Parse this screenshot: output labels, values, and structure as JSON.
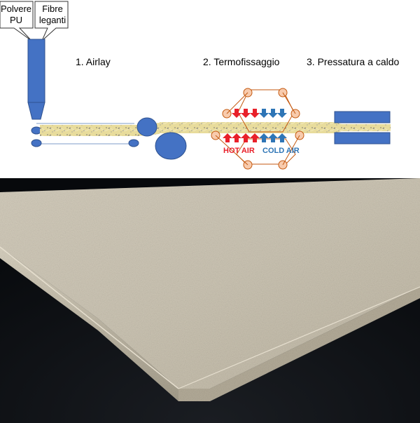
{
  "callouts": {
    "powder": [
      "Polvere",
      "PU"
    ],
    "fibers": [
      "Fibre",
      "leganti"
    ]
  },
  "steps": {
    "airlay": "1. Airlay",
    "thermo": "2. Termofissaggio",
    "press": "3. Pressatura a caldo"
  },
  "air": {
    "hot_label": "HOT AIR",
    "cold_label": "COLD AIR",
    "hot_color": "#e8202a",
    "cold_color": "#2e75b6"
  },
  "colors": {
    "machine_blue": "#4472c4",
    "machine_blue_stroke": "#2f528f",
    "web_yellow": "#e8dc9c",
    "roller_orange_fill": "#f8cbad",
    "roller_orange_stroke": "#c55a11",
    "panel_surface": "#cfc8b8",
    "panel_background": "#0d1015"
  }
}
